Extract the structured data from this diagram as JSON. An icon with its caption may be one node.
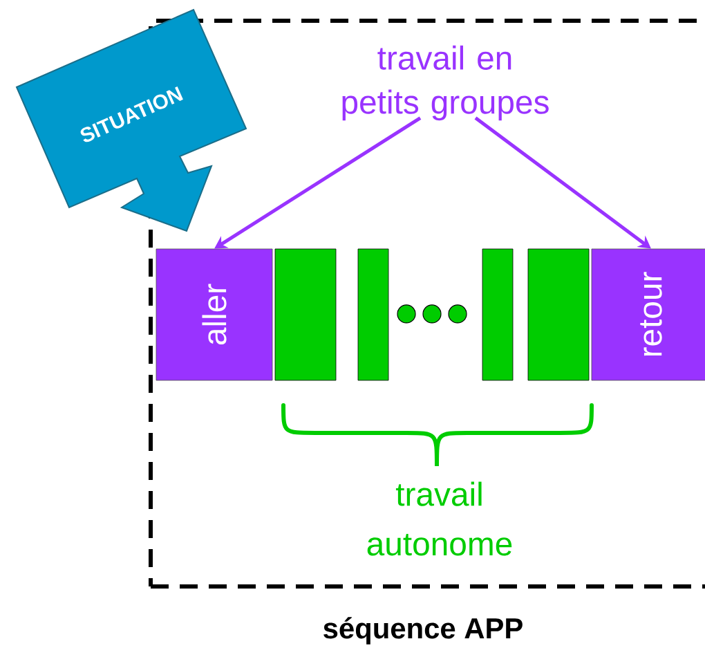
{
  "diagram": {
    "nodes": [
      {
        "text": [
          "séquence APP"
        ]
      },
      {
        "text": [
          "SITUATION"
        ]
      },
      {
        "text": [
          "travail en petits groupes"
        ],
        "in": 0
      },
      {
        "text": [
          "aller"
        ],
        "in": 0
      },
      {
        "text": [],
        "shape": "bar",
        "in": 0
      },
      {
        "text": [],
        "shape": "bar",
        "in": 0
      },
      {
        "text": [],
        "shape": "bar",
        "in": 0
      },
      {
        "text": [],
        "shape": "bar",
        "in": 0
      },
      {
        "text": [
          "retour"
        ],
        "in": 0
      }
    ],
    "edges": [
      {
        "from": 2,
        "to": 3,
        "arrow": "to"
      },
      {
        "from": 2,
        "to": 8,
        "arrow": "to"
      }
    ],
    "labels": [
      "travail autonome"
    ]
  }
}
